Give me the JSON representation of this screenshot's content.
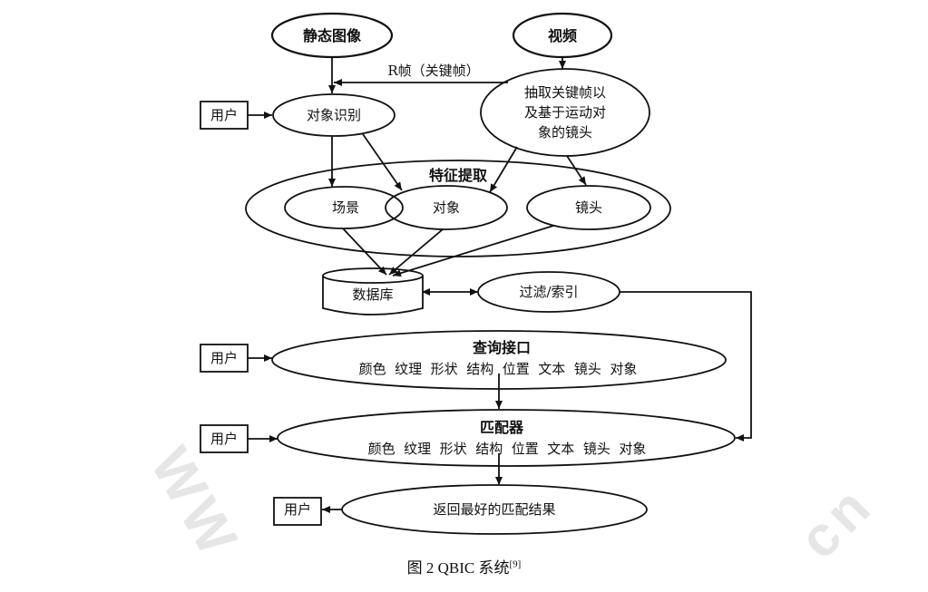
{
  "nodes": {
    "static_image": "静态图像",
    "video": "视频",
    "r_frame": "R帧（关键帧）",
    "user": "用户",
    "object_recognition": "对象识别",
    "extract_line1": "抽取关键帧以",
    "extract_line2": "及基于运动对",
    "extract_line3": "象的镜头",
    "feature_extraction": "特征提取",
    "scene": "场景",
    "object": "对象",
    "shot": "镜头",
    "database": "数据库",
    "filter_index": "过滤/索引",
    "query_interface": "查询接口",
    "query_features": "颜色  纹理  形状  结构  位置  文本  镜头  对象",
    "matcher": "匹配器",
    "matcher_features": "颜色  纹理  形状  结构  位置  文本  镜头  对象",
    "best_match": "返回最好的匹配结果"
  },
  "caption": {
    "prefix": "图 2   QBIC 系统",
    "ref": "[9]"
  },
  "watermark": {
    "left": "WW",
    "right": "cn"
  }
}
